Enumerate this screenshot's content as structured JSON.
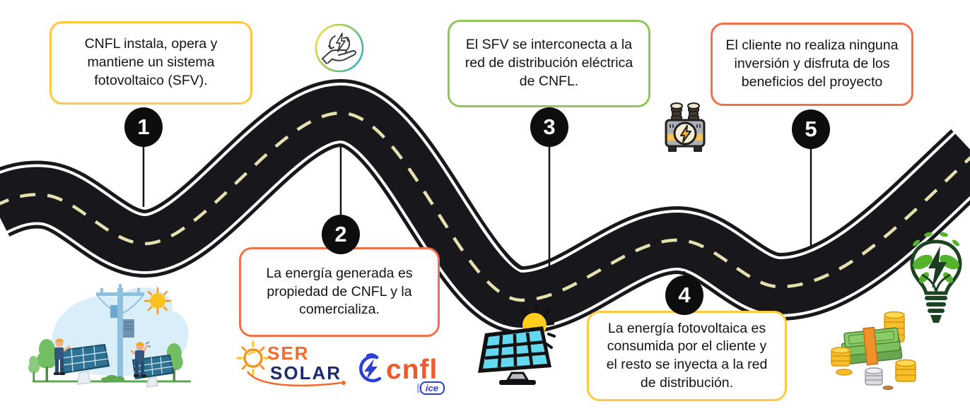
{
  "steps": [
    {
      "number": "1",
      "text": "CNFL instala, opera y mantiene un sistema fotovoltaico (SFV).",
      "border_color": "#FFC83D"
    },
    {
      "number": "2",
      "text": "La energía generada es propiedad de CNFL y la comercializa.",
      "border_color": "#F2714B"
    },
    {
      "number": "3",
      "text": "El SFV se interconecta a la red de distribución eléctrica de CNFL.",
      "border_color": "#8FC75A"
    },
    {
      "number": "4",
      "text": "La energía fotovoltaica es consumida por el cliente y el resto se inyecta a la red de distribución.",
      "border_color": "#FFC83D"
    },
    {
      "number": "5",
      "text": "El cliente no realiza ninguna inversión y disfruta de los beneficios del proyecto",
      "border_color": "#F2714B"
    }
  ],
  "logos": {
    "ser_solar": {
      "word1": "SER",
      "word2": "SOLAR"
    },
    "cnfl": {
      "name": "cnfl",
      "group_badge": "ice",
      "group_label": "grupo"
    }
  },
  "icons": {
    "renewable_energy": "hand-holding-recycle-lightning in gradient circle",
    "transformer": "electric transformer with lightning bolt",
    "solar_panel": "solar panel with sun",
    "eco_bulb": "green light bulb with leaves and lightning",
    "money": "stack of bills and coins",
    "workers": "technicians installing solar panels near utility pole"
  },
  "colors": {
    "road": "#17171c",
    "road_dash": "#E6DFAE",
    "road_edge": "#ffffff",
    "marker": "#0d0d0d",
    "ser_orange": "#F26B2B",
    "solar_navy": "#1D2B6B",
    "cnfl_orange": "#F05A28",
    "cnfl_blue": "#2D3FD4"
  }
}
